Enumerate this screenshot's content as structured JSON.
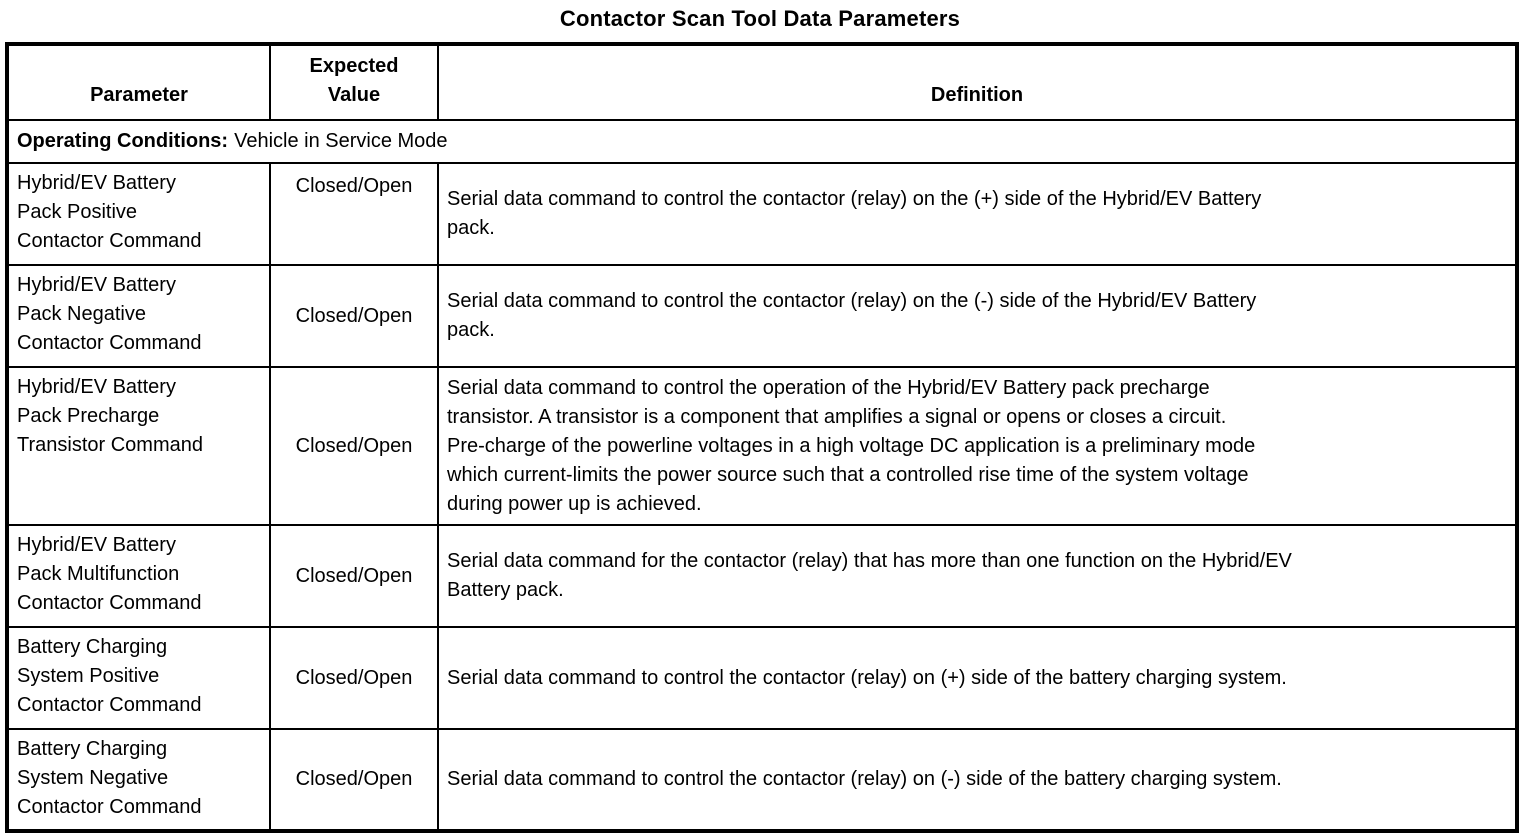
{
  "title": "Contactor Scan Tool Data Parameters",
  "colors": {
    "text": "#000000",
    "background": "#ffffff",
    "border": "#000000"
  },
  "table": {
    "columns": [
      "Parameter",
      "Expected Value",
      "Definition"
    ],
    "operating_conditions_label": "Operating Conditions:",
    "operating_conditions_value": "Vehicle in Service Mode",
    "rows": [
      {
        "parameter": "Hybrid/EV Battery\nPack Positive\nContactor Command",
        "expected_value": "Closed/Open",
        "definition": "Serial data command to control the contactor (relay) on the (+) side of the Hybrid/EV Battery\npack."
      },
      {
        "parameter": "Hybrid/EV Battery\nPack Negative\nContactor Command",
        "expected_value": "Closed/Open",
        "definition": "Serial data command to control the contactor (relay) on the (-) side of the Hybrid/EV Battery\npack."
      },
      {
        "parameter": "Hybrid/EV Battery\nPack Precharge\nTransistor Command",
        "expected_value": "Closed/Open",
        "definition": "Serial data command to control the operation of the Hybrid/EV Battery pack precharge\ntransistor. A transistor is a component that amplifies a signal or opens or closes a circuit.\nPre-charge of the powerline voltages in a high voltage DC application is a preliminary mode\nwhich current-limits the power source such that a controlled rise time of the system voltage\nduring power up is achieved."
      },
      {
        "parameter": "Hybrid/EV Battery\nPack Multifunction\nContactor Command",
        "expected_value": "Closed/Open",
        "definition": "Serial data command for the contactor (relay) that has more than one function on the Hybrid/EV\nBattery pack."
      },
      {
        "parameter": "Battery Charging\nSystem Positive\nContactor Command",
        "expected_value": "Closed/Open",
        "definition": "Serial data command to control the contactor (relay) on (+) side of the battery charging system."
      },
      {
        "parameter": "Battery Charging\nSystem Negative\nContactor Command",
        "expected_value": "Closed/Open",
        "definition": "Serial data command to control the contactor (relay) on (-) side of the battery charging system."
      }
    ]
  }
}
